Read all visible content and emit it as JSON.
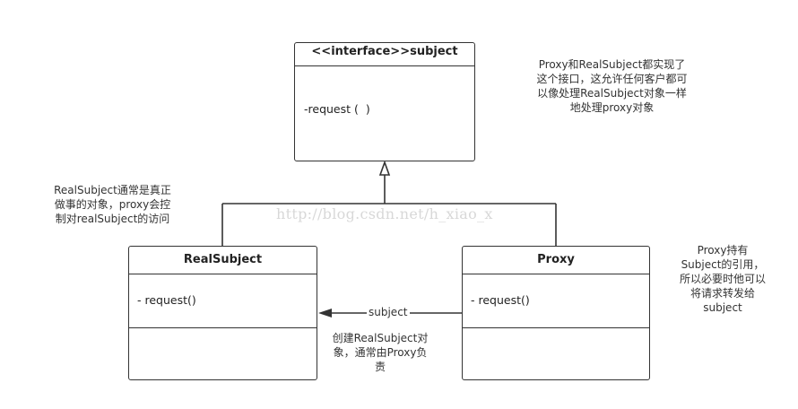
{
  "interface_box": {
    "title": "<<interface>>subject",
    "method": "-request (  )"
  },
  "realsubject_box": {
    "title": "RealSubject",
    "method": "- request()"
  },
  "proxy_box": {
    "title": "Proxy",
    "method": "- request()"
  },
  "association_label": "subject",
  "notes": {
    "interface_note": [
      "Proxy和RealSubject都实现了",
      "这个接口，这允许任何客户都可",
      "以像处理RealSubject对象一样",
      "地处理proxy对象"
    ],
    "realsubject_note": [
      "RealSubject通常是真正",
      "做事的对象，proxy会控",
      "制对realSubject的访问"
    ],
    "proxy_note": [
      "Proxy持有",
      "Subject的引用，",
      "所以必要时他可以",
      "将请求转发给",
      "subject"
    ],
    "association_note": [
      "创建RealSubject对",
      "象，通常由Proxy负",
      "责"
    ]
  },
  "watermark": "http://blog.csdn.net/h_xiao_x",
  "colors": {
    "line": "#333333",
    "watermark": "#d8d8d8"
  }
}
